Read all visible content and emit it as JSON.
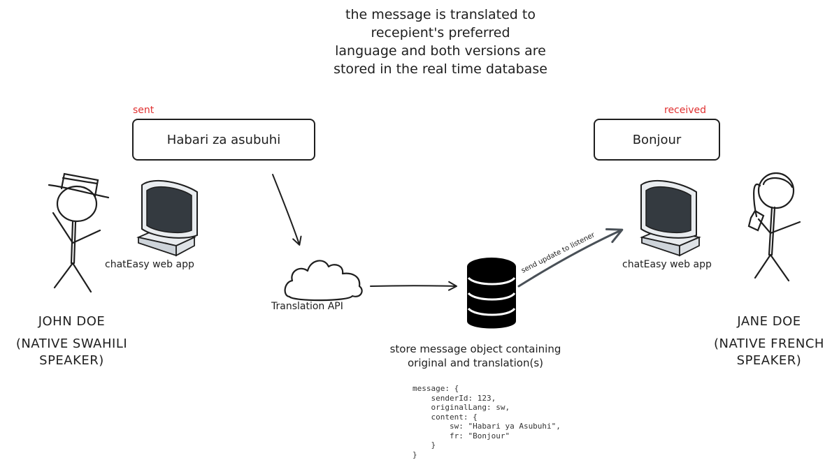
{
  "heading": {
    "line1": "the message is translated to",
    "line2": "recepient's preferred",
    "line3": "language and both versions are",
    "line4": "stored in the real time database"
  },
  "sender": {
    "status": "sent",
    "message": "Habari za asubuhi",
    "app_label": "chatEasy web app",
    "name": "JOHN DOE",
    "desc_line1": "(NATIVE SWAHILI",
    "desc_line2": "SPEAKER)"
  },
  "receiver": {
    "status": "received",
    "message": "Bonjour",
    "app_label": "chatEasy web app",
    "name": "JANE DOE",
    "desc_line1": "(NATIVE FRENCH",
    "desc_line2": "SPEAKER)"
  },
  "translation_api": {
    "label": "Translation API"
  },
  "database": {
    "arrow_label": "send update to listener",
    "caption_line1": "store message object containing",
    "caption_line2": "original and translation(s)",
    "code": "message: {\n    senderId: 123,\n    originalLang: sw,\n    content: {\n        sw: \"Habari ya Asubuhi\",\n        fr: \"Bonjour\"\n    }\n}"
  }
}
